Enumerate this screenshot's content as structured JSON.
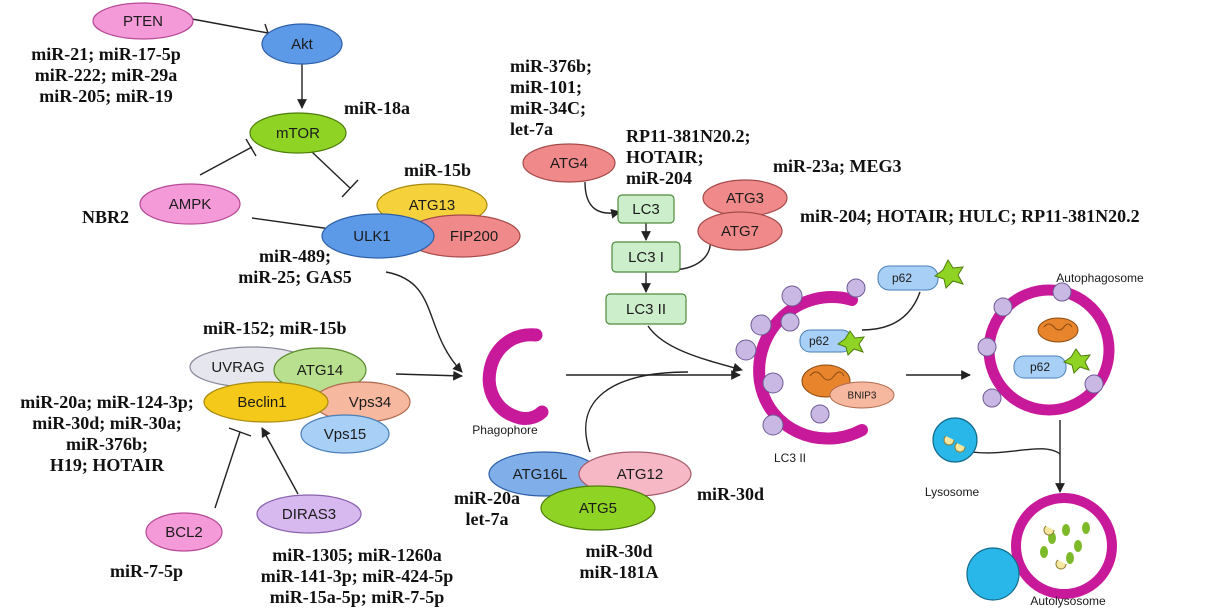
{
  "colors": {
    "pink": "#f59ad8",
    "blue": "#5c9ae8",
    "green": "#8fd424",
    "lavender": "#d7b8ef",
    "yellow": "#f5d23c",
    "salmon": "#f08a8a",
    "pale_green": "#cdeecb",
    "magenta": "#c8199a",
    "purple_vesicle": "#c9b8e3",
    "cyan": "#29b7ea"
  },
  "nodes": {
    "pten": "PTEN",
    "akt": "Akt",
    "mtor": "mTOR",
    "ampk": "AMPK",
    "atg13": "ATG13",
    "ulk1": "ULK1",
    "fip200": "FIP200",
    "uvrag": "UVRAG",
    "atg14": "ATG14",
    "beclin1": "Beclin1",
    "vps34": "Vps34",
    "vps15": "Vps15",
    "bcl2": "BCL2",
    "diras3": "DIRAS3",
    "atg4": "ATG4",
    "lc3": "LC3",
    "lc3_i": "LC3 I",
    "lc3_ii": "LC3 II",
    "atg3": "ATG3",
    "atg7": "ATG7",
    "atg16l": "ATG16L",
    "atg12": "ATG12",
    "atg5": "ATG5",
    "p62_free": "p62",
    "p62_lc3": "p62",
    "p62_auto": "p62",
    "bnip3": "BNIP3",
    "phagophore": "Phagophore",
    "lc3ii_vesicle": "LC3 II",
    "autophagosome": "Autophagosome",
    "lysosome": "Lysosome",
    "autolysosome": "Autolysosome"
  },
  "mirna_labels": {
    "pten_group": [
      "miR-21; miR-17-5p",
      "miR-222; miR-29a",
      "miR-205; miR-19"
    ],
    "mtor": "miR-18a",
    "nbr2": "NBR2",
    "atg13": "miR-15b",
    "ulk1_group": [
      "miR-489;",
      "miR-25; GAS5"
    ],
    "atg14": "miR-152; miR-15b",
    "beclin_group": [
      "miR-20a; miR-124-3p;",
      "miR-30d; miR-30a;",
      "miR-376b;",
      "H19; HOTAIR"
    ],
    "bcl2": "miR-7-5p",
    "diras3_group": [
      "miR-1305; miR-1260a",
      "miR-141-3p; miR-424-5p",
      "miR-15a-5p; miR-7-5p"
    ],
    "atg4_group": [
      "miR-376b;",
      "miR-101;",
      "miR-34C;",
      "let-7a"
    ],
    "lc3_group": [
      "RP11-381N20.2;",
      "HOTAIR;",
      "miR-204"
    ],
    "atg3": "miR-23a; MEG3",
    "atg7": "miR-204; HOTAIR; HULC; RP11-381N20.2",
    "atg16l_group": [
      "miR-20a",
      "let-7a"
    ],
    "atg12": "miR-30d",
    "atg5_group": [
      "miR-30d",
      "miR-181A"
    ]
  }
}
